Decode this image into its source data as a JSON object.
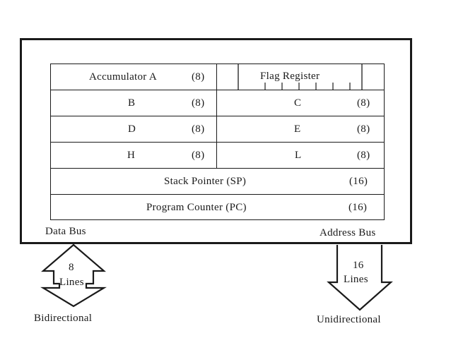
{
  "registers": {
    "row1": {
      "left_label": "Accumulator A",
      "left_size": "(8)",
      "right_label": "Flag Register"
    },
    "row2": {
      "left_label": "B",
      "left_size": "(8)",
      "right_label": "C",
      "right_size": "(8)"
    },
    "row3": {
      "left_label": "D",
      "left_size": "(8)",
      "right_label": "E",
      "right_size": "(8)"
    },
    "row4": {
      "left_label": "H",
      "left_size": "(8)",
      "right_label": "L",
      "right_size": "(8)"
    },
    "row5": {
      "label": "Stack Pointer (SP)",
      "size": "(16)"
    },
    "row6": {
      "label": "Program Counter (PC)",
      "size": "(16)"
    }
  },
  "buses": {
    "data": {
      "label": "Data Bus",
      "count": "8",
      "unit": "Lines",
      "direction": "Bidirectional"
    },
    "address": {
      "label": "Address Bus",
      "count": "16",
      "unit": "Lines",
      "direction": "Unidirectional"
    }
  }
}
